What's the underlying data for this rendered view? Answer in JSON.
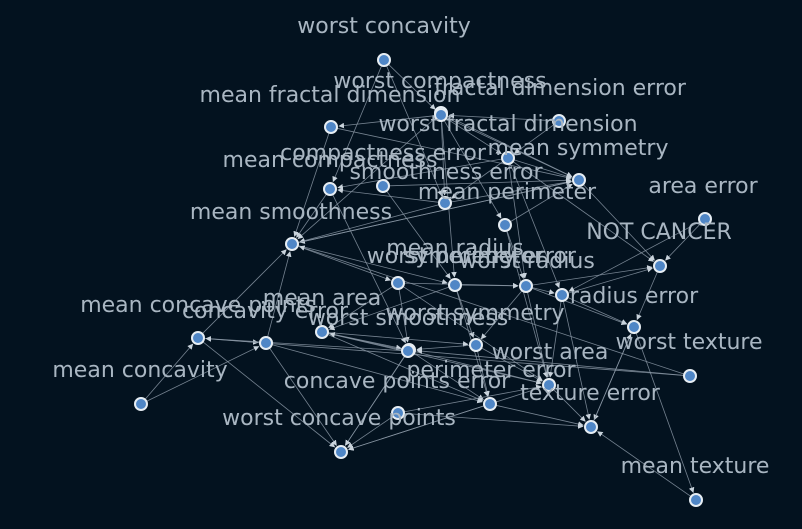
{
  "diagram": {
    "background": "#03121f",
    "node_fill": "#4f86c6",
    "node_stroke": "#e6edf3",
    "edge_color": "#8a97a4",
    "label_color": "#a9b6c2",
    "nodes": [
      {
        "id": "worst_concavity",
        "label": "worst concavity"
      },
      {
        "id": "worst_compactness",
        "label": "worst compactness"
      },
      {
        "id": "fractal_dimension_error",
        "label": "fractal dimension error"
      },
      {
        "id": "mean_fractal_dimension",
        "label": "mean fractal dimension"
      },
      {
        "id": "worst_fractal_dimension",
        "label": "worst fractal dimension"
      },
      {
        "id": "compactness_error",
        "label": "compactness error"
      },
      {
        "id": "mean_compactness",
        "label": "mean compactness"
      },
      {
        "id": "mean_symmetry",
        "label": "mean symmetry"
      },
      {
        "id": "smoothness_error",
        "label": "smoothness error"
      },
      {
        "id": "mean_perimeter",
        "label": "mean perimeter"
      },
      {
        "id": "area_error",
        "label": "area error"
      },
      {
        "id": "mean_smoothness",
        "label": "mean smoothness"
      },
      {
        "id": "not_cancer",
        "label": "NOT CANCER"
      },
      {
        "id": "mean_radius",
        "label": "mean radius"
      },
      {
        "id": "worst_perimeter",
        "label": "worst perimeter"
      },
      {
        "id": "symmetry_error",
        "label": "symmetry error"
      },
      {
        "id": "worst_radius",
        "label": "worst radius"
      },
      {
        "id": "mean_area",
        "label": "mean area"
      },
      {
        "id": "radius_error",
        "label": "radius error"
      },
      {
        "id": "mean_concave_points",
        "label": "mean concave points"
      },
      {
        "id": "concavity_error",
        "label": "concavity error"
      },
      {
        "id": "worst_symmetry",
        "label": "worst symmetry"
      },
      {
        "id": "worst_smoothness",
        "label": "worst smoothness"
      },
      {
        "id": "worst_texture",
        "label": "worst texture"
      },
      {
        "id": "mean_concavity",
        "label": "mean concavity"
      },
      {
        "id": "worst_area",
        "label": "worst area"
      },
      {
        "id": "perimeter_error",
        "label": "perimeter error"
      },
      {
        "id": "concave_points_error",
        "label": "concave points error"
      },
      {
        "id": "texture_error",
        "label": "texture error"
      },
      {
        "id": "worst_concave_points",
        "label": "worst concave points"
      },
      {
        "id": "mean_texture",
        "label": "mean texture"
      },
      {
        "id": "unlabeled_1",
        "label": ""
      },
      {
        "id": "unlabeled_2",
        "label": ""
      }
    ],
    "edges": [
      [
        "worst_compactness",
        "worst_fractal_dimension"
      ],
      [
        "worst_compactness",
        "mean_perimeter"
      ],
      [
        "worst_compactness",
        "worst_perimeter"
      ],
      [
        "worst_compactness",
        "mean_smoothness"
      ],
      [
        "worst_fractal_dimension",
        "mean_fractal_dimension"
      ],
      [
        "worst_fractal_dimension",
        "mean_symmetry"
      ],
      [
        "worst_fractal_dimension",
        "smoothness_error"
      ],
      [
        "worst_fractal_dimension",
        "mean_perimeter"
      ],
      [
        "worst_fractal_dimension",
        "mean_radius"
      ],
      [
        "fractal_dimension_error",
        "mean_symmetry"
      ],
      [
        "fractal_dimension_error",
        "worst_fractal_dimension"
      ],
      [
        "mean_symmetry",
        "mean_perimeter"
      ],
      [
        "mean_symmetry",
        "smoothness_error"
      ],
      [
        "mean_symmetry",
        "worst_radius"
      ],
      [
        "mean_symmetry",
        "radius_error"
      ],
      [
        "mean_symmetry",
        "not_cancer"
      ],
      [
        "mean_symmetry",
        "mean_compactness"
      ],
      [
        "mean_fractal_dimension",
        "mean_smoothness"
      ],
      [
        "mean_compactness",
        "mean_smoothness"
      ],
      [
        "smoothness_error",
        "mean_compactness"
      ],
      [
        "smoothness_error",
        "mean_perimeter"
      ],
      [
        "smoothness_error",
        "mean_smoothness"
      ],
      [
        "mean_perimeter",
        "not_cancer"
      ],
      [
        "mean_perimeter",
        "mean_smoothness"
      ],
      [
        "area_error",
        "not_cancer"
      ],
      [
        "area_error",
        "radius_error"
      ],
      [
        "mean_smoothness",
        "mean_perimeter"
      ],
      [
        "mean_smoothness",
        "worst_perimeter"
      ],
      [
        "mean_smoothness",
        "symmetry_error"
      ],
      [
        "mean_radius",
        "mean_perimeter"
      ],
      [
        "mean_radius",
        "worst_radius"
      ],
      [
        "mean_radius",
        "worst_area"
      ],
      [
        "worst_perimeter",
        "worst_radius"
      ],
      [
        "worst_perimeter",
        "mean_area"
      ],
      [
        "worst_perimeter",
        "worst_symmetry"
      ],
      [
        "worst_perimeter",
        "perimeter_error"
      ],
      [
        "symmetry_error",
        "mean_area"
      ],
      [
        "symmetry_error",
        "worst_radius"
      ],
      [
        "symmetry_error",
        "worst_smoothness"
      ],
      [
        "symmetry_error",
        "worst_area"
      ],
      [
        "worst_radius",
        "not_cancer"
      ],
      [
        "worst_radius",
        "radius_error"
      ],
      [
        "worst_radius",
        "worst_symmetry"
      ],
      [
        "worst_radius",
        "worst_area"
      ],
      [
        "worst_radius",
        "worst_texture"
      ],
      [
        "mean_area",
        "worst_symmetry"
      ],
      [
        "mean_area",
        "worst_smoothness"
      ],
      [
        "mean_area",
        "perimeter_error"
      ],
      [
        "mean_area",
        "worst_area"
      ],
      [
        "radius_error",
        "not_cancer"
      ],
      [
        "radius_error",
        "worst_texture"
      ],
      [
        "radius_error",
        "worst_area"
      ],
      [
        "radius_error",
        "texture_error"
      ],
      [
        "not_cancer",
        "worst_texture"
      ],
      [
        "mean_concave_points",
        "mean_smoothness"
      ],
      [
        "mean_concave_points",
        "concavity_error"
      ],
      [
        "mean_concave_points",
        "worst_concave_points"
      ],
      [
        "concavity_error",
        "mean_smoothness"
      ],
      [
        "concavity_error",
        "perimeter_error"
      ],
      [
        "concavity_error",
        "worst_concave_points"
      ],
      [
        "worst_symmetry",
        "worst_smoothness"
      ],
      [
        "worst_symmetry",
        "worst_area"
      ],
      [
        "worst_symmetry",
        "perimeter_error"
      ],
      [
        "worst_smoothness",
        "perimeter_error"
      ],
      [
        "worst_smoothness",
        "worst_concave_points"
      ],
      [
        "worst_smoothness",
        "worst_area"
      ],
      [
        "worst_texture",
        "texture_error"
      ],
      [
        "worst_texture",
        "mean_texture"
      ],
      [
        "mean_concavity",
        "mean_concave_points"
      ],
      [
        "mean_concavity",
        "concavity_error"
      ],
      [
        "perimeter_error",
        "worst_concave_points"
      ],
      [
        "perimeter_error",
        "texture_error"
      ],
      [
        "worst_area",
        "texture_error"
      ],
      [
        "worst_area",
        "worst_concave_points"
      ],
      [
        "concave_points_error",
        "worst_concave_points"
      ],
      [
        "concave_points_error",
        "texture_error"
      ],
      [
        "concave_points_error",
        "worst_area"
      ],
      [
        "texture_error",
        "worst_texture"
      ],
      [
        "mean_texture",
        "texture_error"
      ],
      [
        "unlabeled_1",
        "mean_area"
      ],
      [
        "unlabeled_1",
        "worst_concave_points"
      ],
      [
        "unlabeled_1",
        "mean_concave_points"
      ],
      [
        "unlabeled_2",
        "mean_concave_points"
      ],
      [
        "unlabeled_2",
        "worst_smoothness"
      ],
      [
        "unlabeled_2",
        "mean_smoothness"
      ],
      [
        "worst_concavity",
        "mean_compactness"
      ],
      [
        "worst_concavity",
        "worst_fractal_dimension"
      ],
      [
        "worst_concavity",
        "smoothness_error"
      ],
      [
        "mean_fractal_dimension",
        "mean_perimeter"
      ],
      [
        "compactness_error",
        "mean_perimeter"
      ],
      [
        "compactness_error",
        "worst_perimeter"
      ],
      [
        "mean_compactness",
        "worst_smoothness"
      ]
    ]
  }
}
